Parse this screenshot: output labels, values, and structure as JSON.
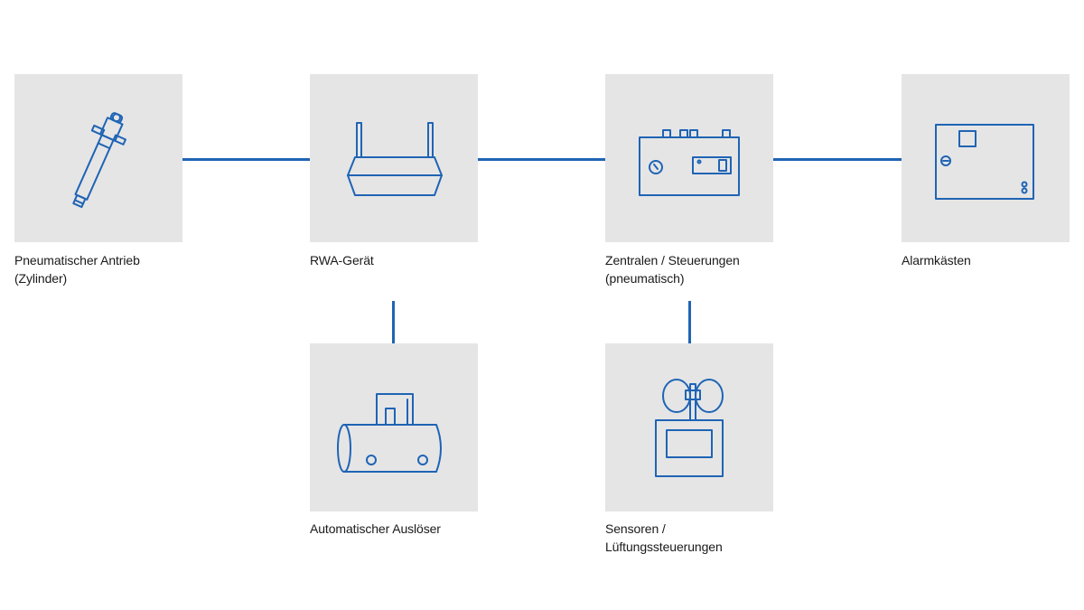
{
  "nodes": {
    "drive": {
      "line1": "Pneumatischer Antrieb",
      "line2": "(Zylinder)",
      "icon": "pneumatic-cylinder-icon"
    },
    "rwa": {
      "line1": "RWA-Gerät",
      "icon": "rwa-device-icon"
    },
    "control": {
      "line1": "Zentralen / Steuerungen",
      "line2": "(pneumatisch)",
      "icon": "control-panel-icon"
    },
    "alarm": {
      "line1": "Alarmkästen",
      "icon": "alarm-box-icon"
    },
    "trigger": {
      "line1": "Automatischer Auslöser",
      "icon": "automatic-trigger-icon"
    },
    "sensor": {
      "line1": "Sensoren /",
      "line2": "Lüftungssteuerungen",
      "icon": "wind-sensor-icon"
    }
  },
  "colors": {
    "accent": "#1f64b4",
    "tile": "#e5e5e6",
    "text": "#1a1a1a"
  }
}
